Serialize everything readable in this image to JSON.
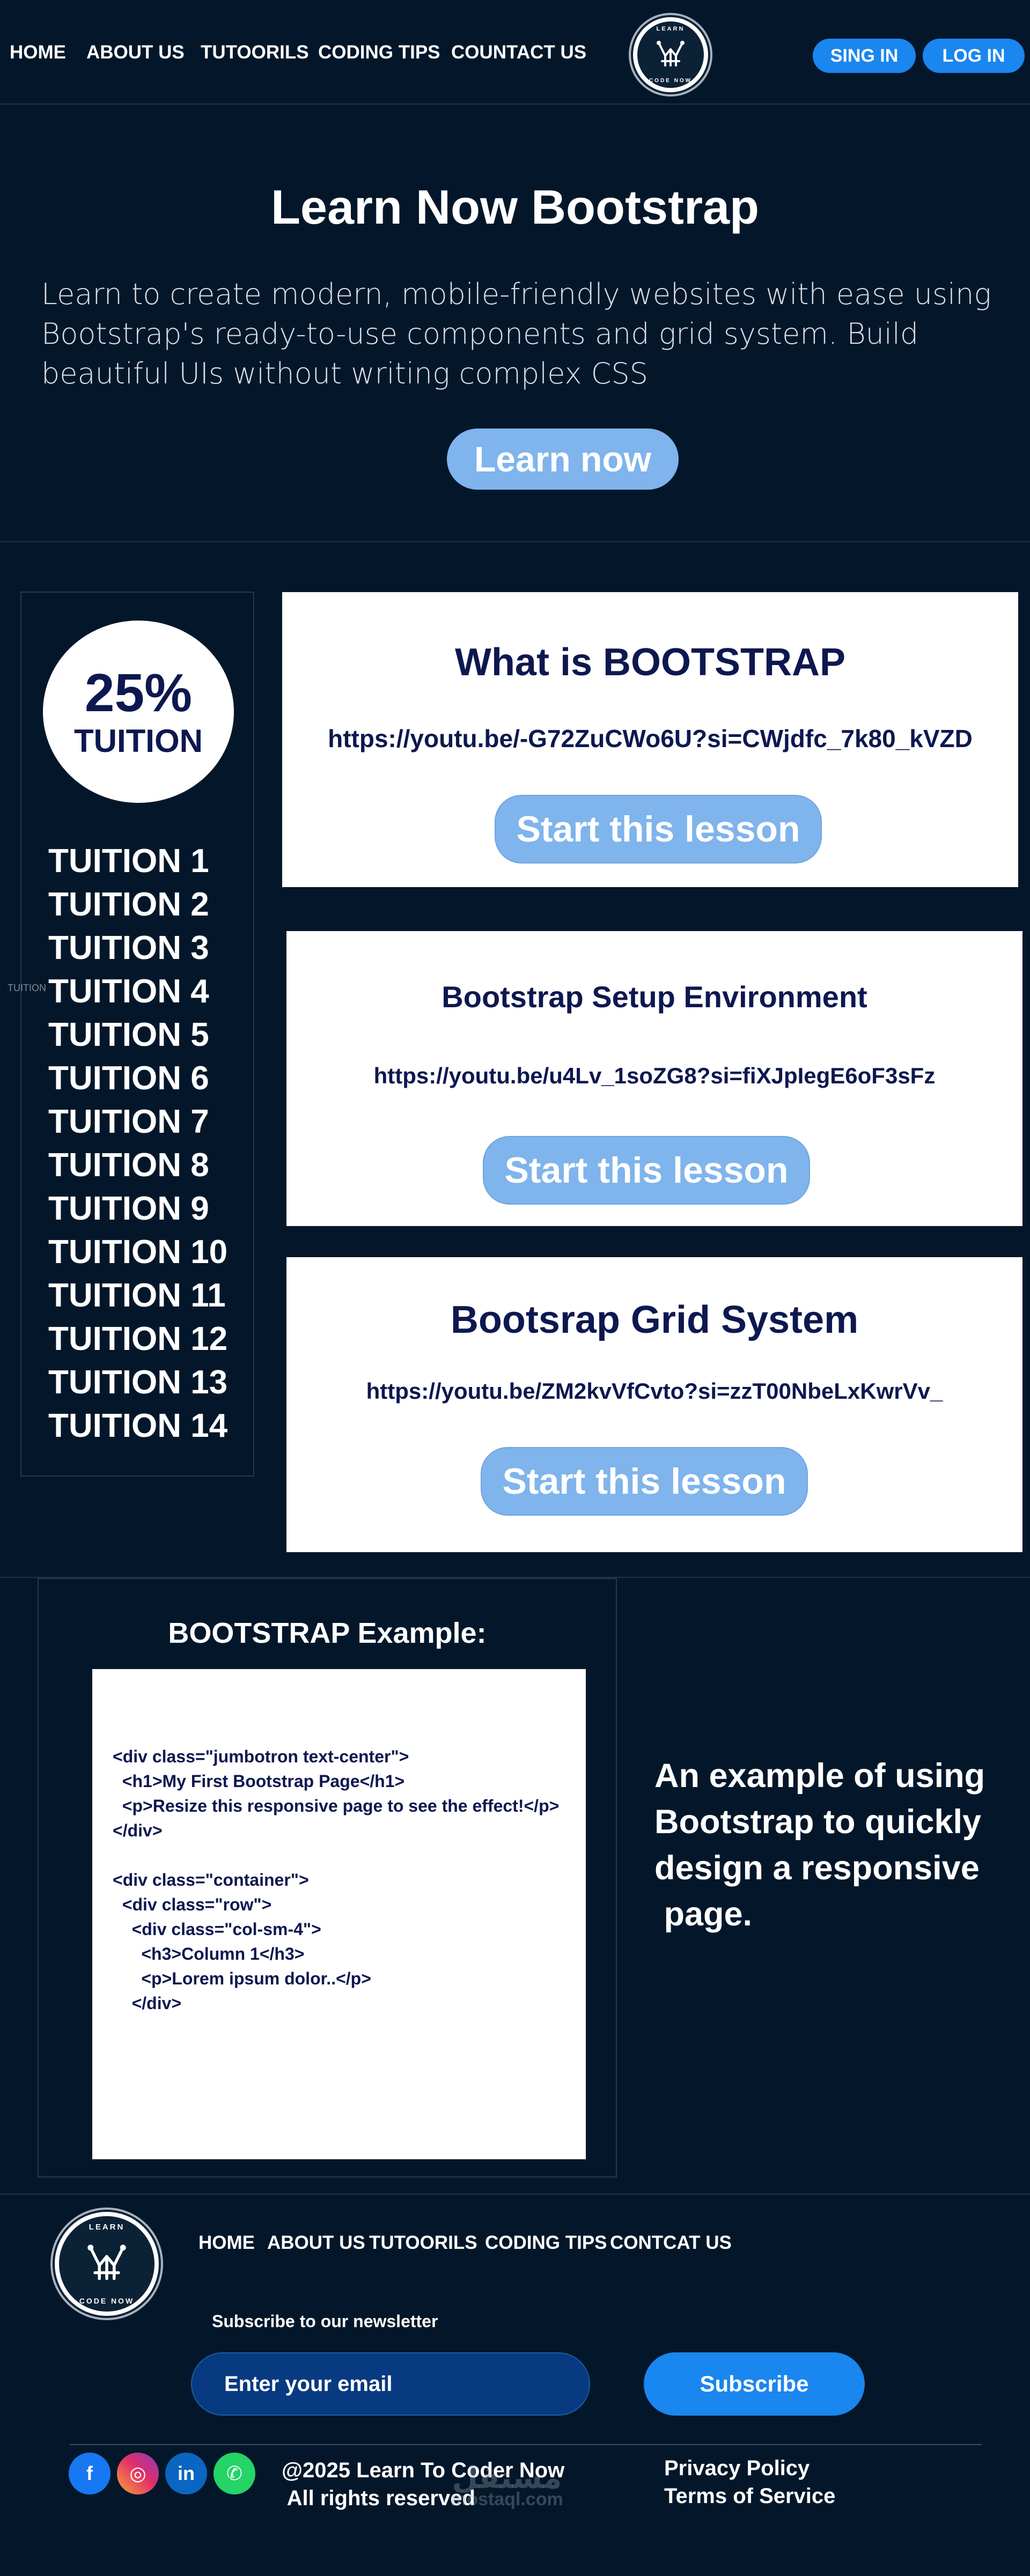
{
  "nav": {
    "links": [
      "HOME",
      "ABOUT US",
      "TUTOORILS",
      "CODING TIPS",
      "COUNTACT US"
    ],
    "logo_top": "LEARN",
    "logo_bottom": "CODE NOW",
    "signin_label": "SING IN",
    "login_label": "LOG IN"
  },
  "hero": {
    "title": "Learn Now Bootstrap",
    "description": "Learn to create modern, mobile-friendly websites with ease using Bootstrap's ready-to-use components and grid system. Build beautiful UIs without writing complex CSS",
    "button_label": "Learn now"
  },
  "sidebar": {
    "percent": "25%",
    "percent_label": "TUITION",
    "tiny_label": "TUITION",
    "items": [
      "TUITION 1",
      "TUITION 2",
      "TUITION 3",
      "TUITION 4",
      "TUITION 5",
      "TUITION 6",
      "TUITION 7",
      "TUITION 8",
      "TUITION 9",
      "TUITION 10",
      "TUITION 11",
      "TUITION 12",
      "TUITION 13",
      "TUITION 14"
    ]
  },
  "lessons": [
    {
      "title": "What is BOOTSTRAP",
      "url": "https://youtu.be/-G72ZuCWo6U?si=CWjdfc_7k80_kVZD",
      "button_label": "Start this lesson"
    },
    {
      "title": "Bootstrap Setup Environment",
      "url": "https://youtu.be/u4Lv_1soZG8?si=fiXJpIegE6oF3sFz",
      "button_label": "Start this lesson"
    },
    {
      "title": "Bootsrap Grid System",
      "url": "https://youtu.be/ZM2kvVfCvto?si=zzT00NbeLxKwrVv_",
      "button_label": "Start this lesson"
    }
  ],
  "example": {
    "title": "BOOTSTRAP Example:",
    "code": "<div class=\"jumbotron text-center\">\n  <h1>My First Bootstrap Page</h1>\n  <p>Resize this responsive page to see the effect!</p>\n</div>\n\n<div class=\"container\">\n  <div class=\"row\">\n    <div class=\"col-sm-4\">\n      <h3>Column 1</h3>\n      <p>Lorem ipsum dolor..</p>\n    </div>",
    "side_text": "An example of using\nBootstrap to quickly\ndesign a responsive\n page."
  },
  "footer": {
    "logo_top": "LEARN",
    "logo_bottom": "CODE NOW",
    "links": [
      "HOME",
      "ABOUT US",
      "TUTOORILS",
      "CODING TIPS",
      "CONTCAT US"
    ],
    "newsletter_label": "Subscribe to our newsletter",
    "email_placeholder": "Enter your email",
    "subscribe_label": "Subscribe",
    "social_icons": [
      "facebook-icon",
      "instagram-icon",
      "linkedin-icon",
      "whatsapp-icon"
    ],
    "social_glyphs": [
      "f",
      "◎",
      "in",
      "✆"
    ],
    "copyright": "@2025 Learn To Coder Now\n All rights reserved",
    "privacy_label": "Privacy Policy",
    "terms_label": "Terms of Service",
    "watermark": "مستقل",
    "watermark_sub": "mostaql.com"
  },
  "colors": {
    "background": "#04172a",
    "accent_blue": "#1a86ef",
    "soft_blue": "#7fb4ec",
    "navy_text": "#0d1850"
  }
}
